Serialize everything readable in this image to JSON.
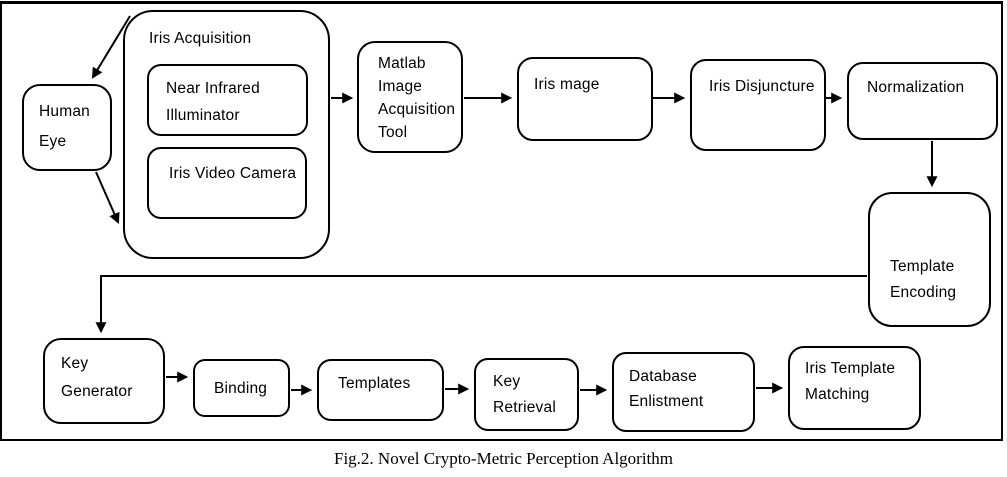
{
  "figure": {
    "caption": "Fig.2. Novel Crypto-Metric Perception Algorithm"
  },
  "colors": {
    "ink": "#000000",
    "background": "#ffffff"
  },
  "nodes": {
    "human_eye": {
      "lines": [
        "Human",
        "Eye"
      ]
    },
    "iris_acquisition": {
      "label": "Iris Acquisition"
    },
    "near_infrared_illuminator": {
      "lines": [
        "Near Infrared",
        "Illuminator"
      ]
    },
    "iris_video_camera": {
      "lines": [
        "Iris Video Camera"
      ]
    },
    "matlab_image_acquisition_tool": {
      "lines": [
        "Matlab",
        "Image",
        "Acquisition",
        "Tool"
      ]
    },
    "iris_mage": {
      "lines": [
        "Iris mage"
      ]
    },
    "iris_disjuncture": {
      "lines": [
        "Iris Disjuncture"
      ]
    },
    "normalization": {
      "lines": [
        "Normalization"
      ]
    },
    "template_encoding": {
      "lines": [
        "Template",
        "Encoding"
      ]
    },
    "key_generator": {
      "lines": [
        "Key",
        "Generator"
      ]
    },
    "binding": {
      "lines": [
        "Binding"
      ]
    },
    "templates": {
      "lines": [
        "Templates"
      ]
    },
    "key_retrieval": {
      "lines": [
        "Key",
        "Retrieval"
      ]
    },
    "database_enlistment": {
      "lines": [
        "Database",
        "Enlistment"
      ]
    },
    "iris_template_matching": {
      "lines": [
        "Iris Template",
        "Matching"
      ]
    }
  },
  "edges": [
    {
      "from": "iris_acquisition",
      "to": "human_eye"
    },
    {
      "from": "human_eye",
      "to": "iris_acquisition"
    },
    {
      "from": "iris_acquisition",
      "to": "matlab_image_acquisition_tool"
    },
    {
      "from": "matlab_image_acquisition_tool",
      "to": "iris_mage"
    },
    {
      "from": "iris_mage",
      "to": "iris_disjuncture"
    },
    {
      "from": "iris_disjuncture",
      "to": "normalization"
    },
    {
      "from": "normalization",
      "to": "template_encoding"
    },
    {
      "from": "template_encoding",
      "to": "key_generator"
    },
    {
      "from": "key_generator",
      "to": "binding"
    },
    {
      "from": "binding",
      "to": "templates"
    },
    {
      "from": "templates",
      "to": "key_retrieval"
    },
    {
      "from": "key_retrieval",
      "to": "database_enlistment"
    },
    {
      "from": "database_enlistment",
      "to": "iris_template_matching"
    }
  ]
}
